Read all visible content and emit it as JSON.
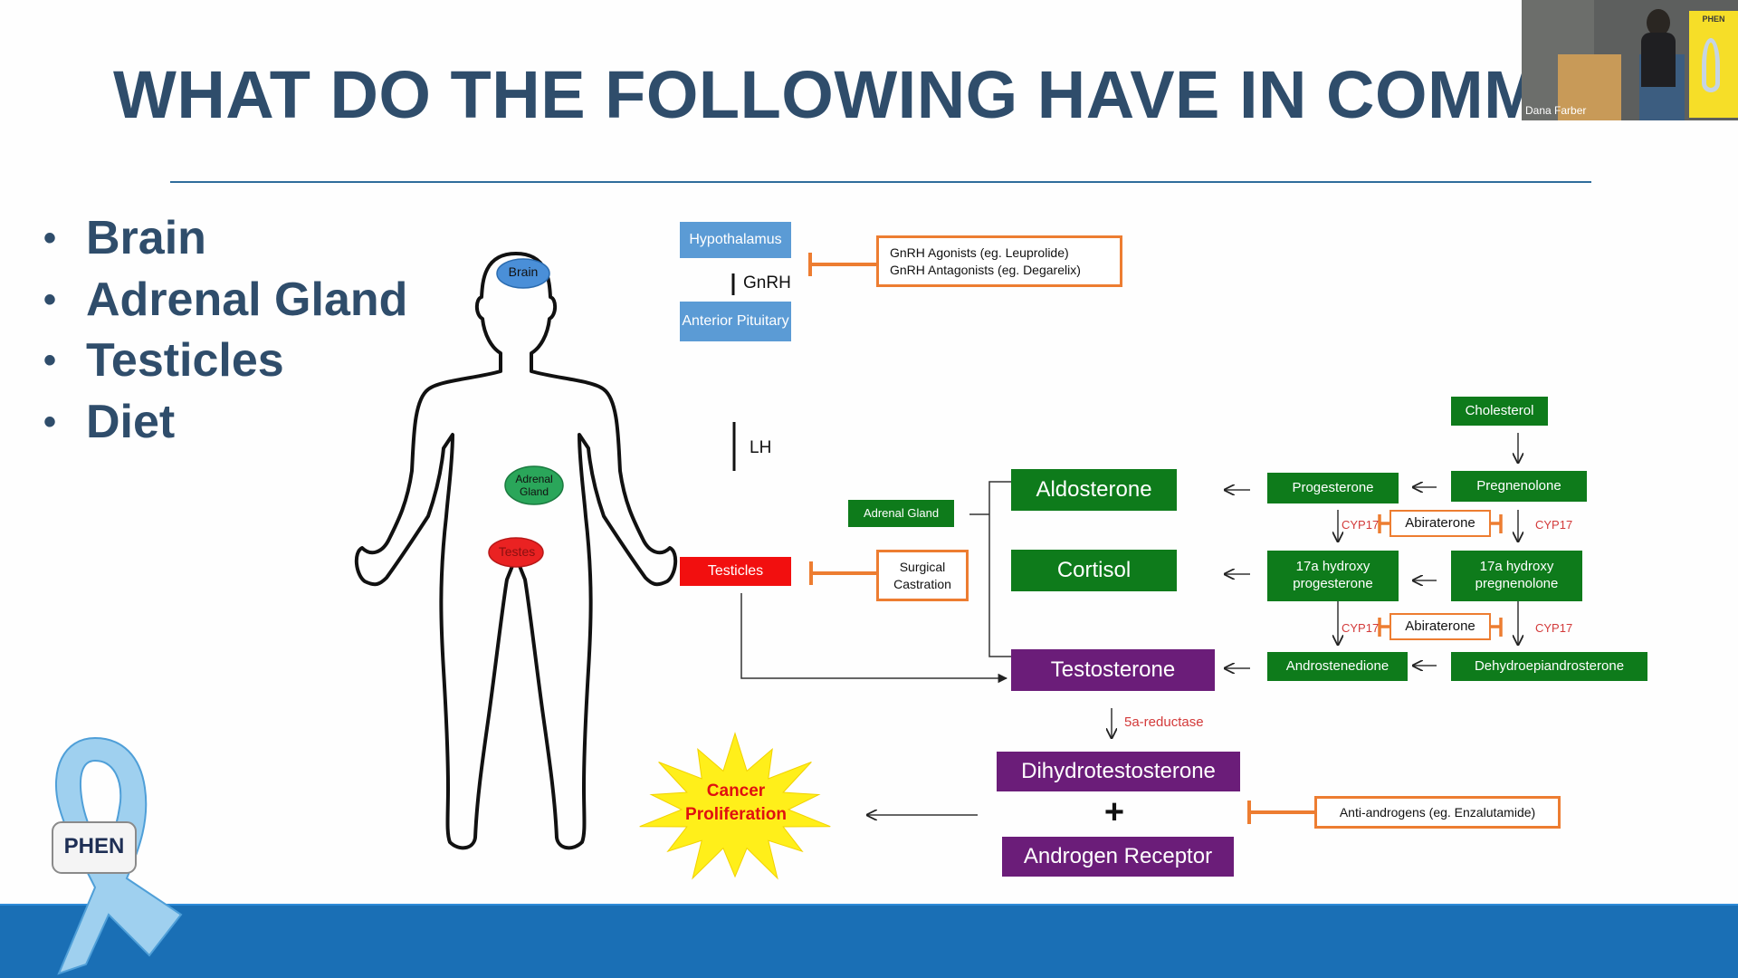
{
  "slide": {
    "title": "WHAT DO THE FOLLOWING HAVE IN COMMON",
    "bullets": [
      "Brain",
      "Adrenal Gland",
      "Testicles",
      "Diet"
    ]
  },
  "body_figure": {
    "brain": "Brain",
    "adrenal": "Adrenal Gland",
    "testes": "Testes"
  },
  "diagram": {
    "hypothalamus": "Hypothalamus",
    "gnrh": "GnRH",
    "anterior_pituitary": "Anterior Pituitary",
    "lh": "LH",
    "gnrh_drugs": [
      "GnRH Agonists (eg. Leuprolide)",
      "GnRH Antagonists (eg. Degarelix)"
    ],
    "testicles": "Testicles",
    "surgical_castration": "Surgical Castration",
    "adrenal_gland": "Adrenal Gland",
    "aldosterone": "Aldosterone",
    "cortisol": "Cortisol",
    "testosterone": "Testosterone",
    "cholesterol": "Cholesterol",
    "pregnenolone": "Pregnenolone",
    "progesterone": "Progesterone",
    "hydroxy_progesterone": "17a hydroxy progesterone",
    "hydroxy_pregnenolone": "17a hydroxy pregnenolone",
    "androstenedione": "Androstenedione",
    "dhea": "Dehydroepiandrosterone",
    "abiraterone": "Abiraterone",
    "cyp17": "CYP17",
    "five_a_reductase": "5a-reductase",
    "dht": "Dihydrotestosterone",
    "plus": "+",
    "androgen_receptor": "Androgen Receptor",
    "anti_androgens": "Anti-androgens (eg. Enzalutamide)",
    "cancer": "Cancer Proliferation"
  },
  "logo": {
    "text": "PHEN"
  },
  "video_inset": {
    "caption": "Dana Farber",
    "banner_text": "PHEN"
  },
  "colors": {
    "title": "#2f4d6b",
    "blue_box": "#5b9bd5",
    "red_box": "#f20f0f",
    "green_box": "#0e7b1b",
    "purple_box": "#6b1d79",
    "inhibitor_orange": "#ed7d31",
    "footer": "#1a6fb5"
  }
}
